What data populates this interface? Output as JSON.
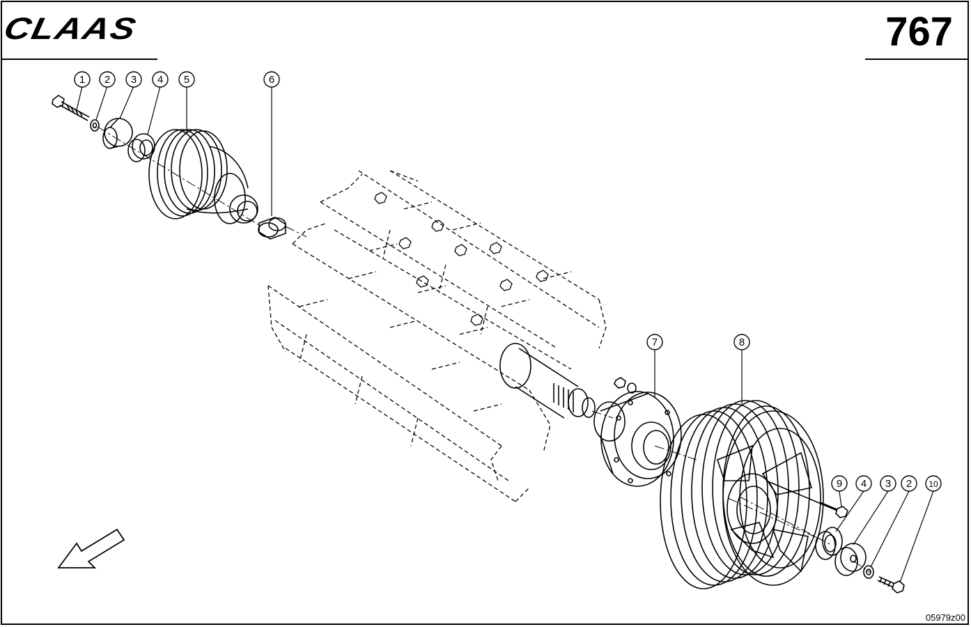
{
  "header": {
    "brand": "CLAAS",
    "page_number": "767"
  },
  "drawing_code": "05979z00",
  "callouts": [
    "1",
    "2",
    "3",
    "4",
    "5",
    "6",
    "7",
    "8",
    "9",
    "4",
    "3",
    "2",
    "10"
  ],
  "colors": {
    "line": "#000000",
    "background": "#ffffff"
  },
  "icons": {
    "direction": "arrow-down-left-icon"
  }
}
